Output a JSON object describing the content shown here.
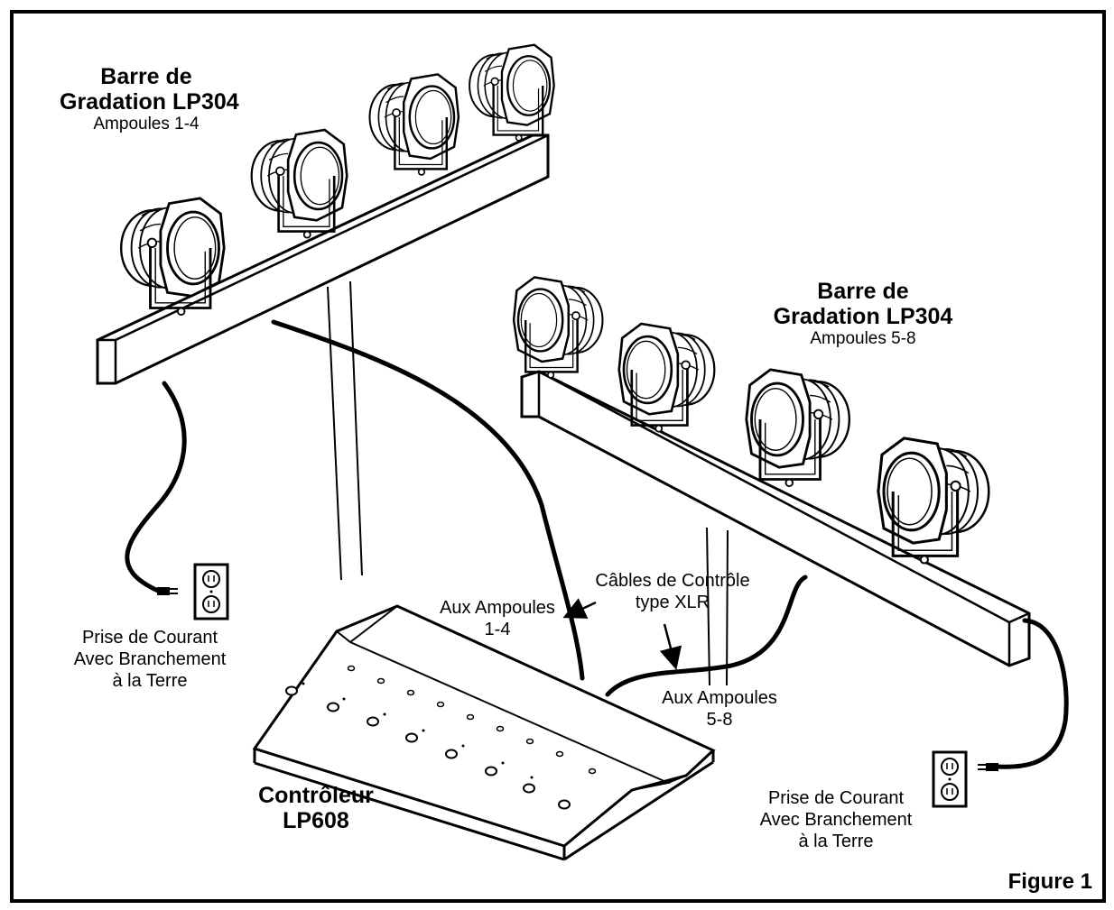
{
  "bar_left": {
    "title_line1": "Barre de",
    "title_line2": "Gradation LP304",
    "subtitle": "Ampoules 1-4"
  },
  "bar_right": {
    "title_line1": "Barre de",
    "title_line2": "Gradation LP304",
    "subtitle": "Ampoules 5-8"
  },
  "outlet_left": {
    "line1": "Prise de Courant",
    "line2": "Avec Branchement",
    "line3": "à la Terre"
  },
  "outlet_right": {
    "line1": "Prise de Courant",
    "line2": "Avec Branchement",
    "line3": "à la Terre"
  },
  "cables": {
    "line1": "Câbles de Contrôle",
    "line2": "type XLR"
  },
  "to_1_4": {
    "line1": "Aux Ampoules",
    "line2": "1-4"
  },
  "to_5_8": {
    "line1": "Aux Ampoules",
    "line2": "5-8"
  },
  "controller": {
    "line1": "Contrôleur",
    "line2": "LP608"
  },
  "figure_label": "Figure 1"
}
